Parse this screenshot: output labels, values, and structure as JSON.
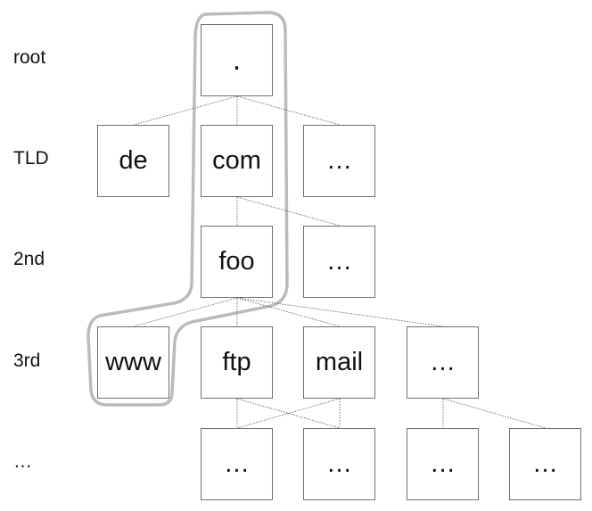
{
  "levels": [
    "root",
    "TLD",
    "2nd",
    "3rd",
    "…"
  ],
  "nodes": {
    "root": ".",
    "tld": [
      "de",
      "com",
      "…"
    ],
    "second": [
      "foo",
      "…"
    ],
    "third": [
      "www",
      "ftp",
      "mail",
      "…"
    ],
    "fourth": [
      "…",
      "…",
      "…",
      "…"
    ]
  },
  "highlight_path": [
    ".",
    "com",
    "foo",
    "www"
  ],
  "colors": {
    "node_border": "#707070",
    "connector": "#555555",
    "highlight": "#bbbbbb"
  }
}
